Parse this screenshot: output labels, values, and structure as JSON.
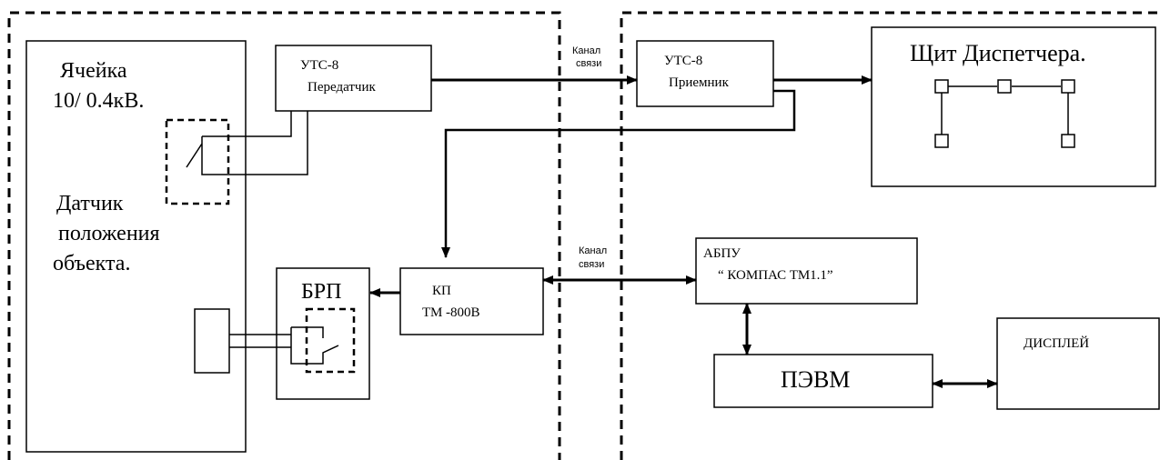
{
  "left_panel": {
    "cell_title_line1": "Ячейка",
    "cell_title_line2": "10/ 0.4кВ.",
    "sensor_line1": "Датчик",
    "sensor_line2": "положения",
    "sensor_line3": "объекта."
  },
  "utc_tx": {
    "line1": "УТС-8",
    "line2": "Передатчик"
  },
  "channel_top": {
    "line1": "Канал",
    "line2": "связи"
  },
  "utc_rx": {
    "line1": "УТС-8",
    "line2": "Приемник"
  },
  "dispatcher_panel": {
    "title": "Щит Диспетчера."
  },
  "channel_mid": {
    "line1": "Канал",
    "line2": "связи"
  },
  "abpu": {
    "line1": "АБПУ",
    "line2": "“ КОМПАС ТМ1.1”"
  },
  "kp": {
    "line1": "КП",
    "line2": "ТМ -800В"
  },
  "brp": {
    "label": "БРП"
  },
  "pevm": {
    "label": "ПЭВМ"
  },
  "display": {
    "label": "ДИСПЛЕЙ"
  }
}
